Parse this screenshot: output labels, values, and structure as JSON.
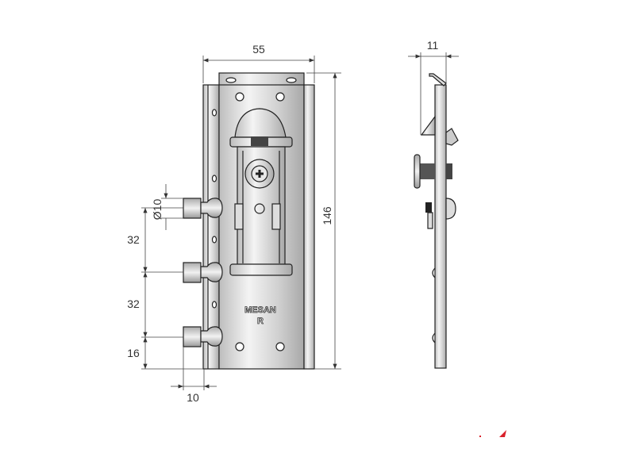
{
  "drawing": {
    "dimensions": {
      "width": "55",
      "height": "146",
      "depth": "11",
      "pin_diameter": "Ø10",
      "pin_spacing_1": "32",
      "pin_spacing_2": "32",
      "bottom_offset": "16",
      "pin_length": "10"
    },
    "embossing": {
      "brand": "MESAN",
      "mark": "R"
    }
  },
  "colors": {
    "metal_light": "#eeeeee",
    "metal_dark": "#9a9a9a",
    "outline": "#222222",
    "accent": "#d9202a"
  }
}
